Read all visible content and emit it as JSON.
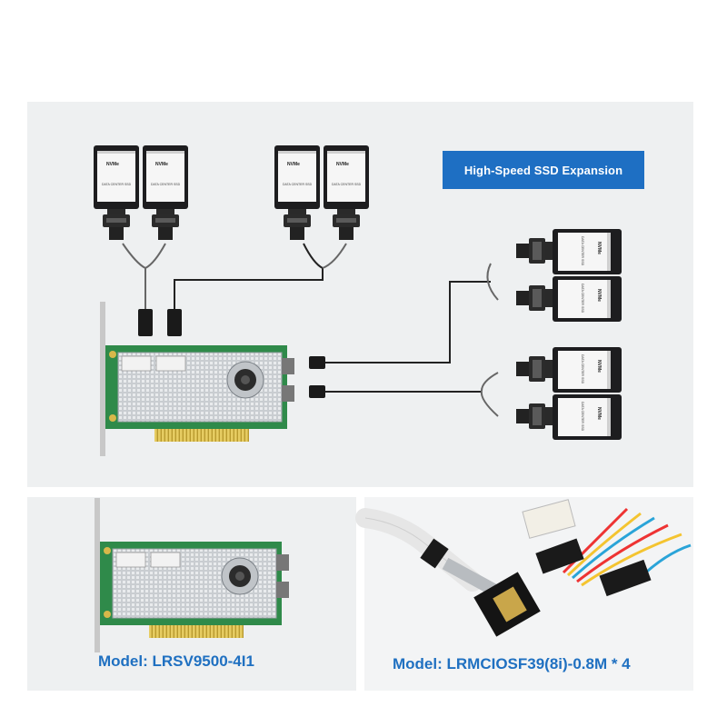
{
  "banner": {
    "title": "High-Speed SSD Expansion"
  },
  "models": {
    "card_model": "Model: LRSV9500-4I1",
    "cable_model": "Model: LRMCIOSF39(8i)-0.8M * 4"
  },
  "ssd": {
    "brand": "NVMe",
    "caption": "DATA CENTER SSD"
  },
  "colors": {
    "accent": "#1e6fc3",
    "model_text": "#1f70c1",
    "panel_bg": "#eef0f1",
    "pcb_green": "#2f8a4a",
    "gold": "#d8b84a"
  }
}
